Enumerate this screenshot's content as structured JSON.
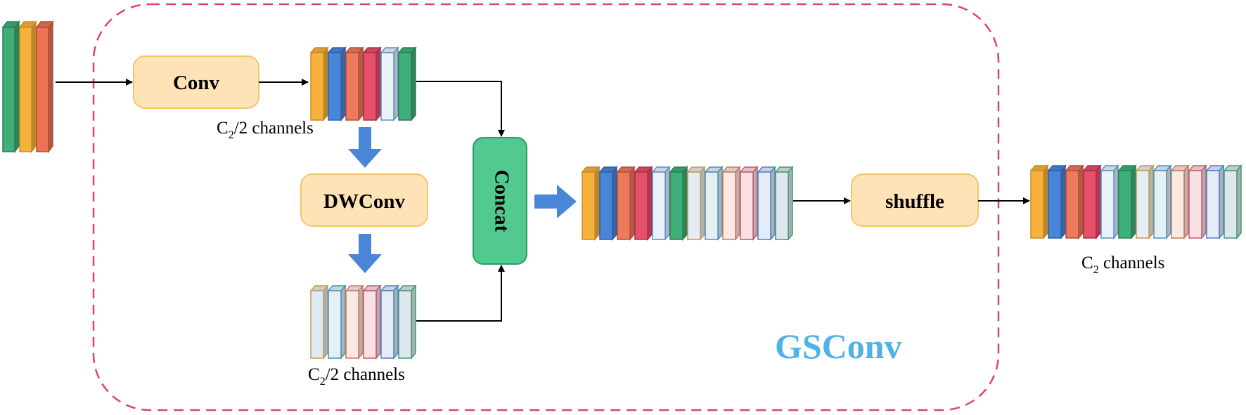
{
  "colors": {
    "border": "#e0455f",
    "block_fill": "#fde3b5",
    "block_stroke": "#f5c46a",
    "concat_fill": "#52c98f",
    "concat_stroke": "#2e9c68",
    "arrow_blue": "#4a86d8",
    "title": "#4fb3e5"
  },
  "title": "GSConv",
  "blocks": {
    "conv": "Conv",
    "dwconv": "DWConv",
    "concat": "Concat",
    "shuffle": "shuffle"
  },
  "captions": {
    "conv_out": {
      "prefix": "C",
      "sub": "2",
      "suffix": "/2 channels"
    },
    "dw_out": {
      "prefix": "C",
      "sub": "2",
      "suffix": "/2 channels"
    },
    "final": {
      "prefix": "C",
      "sub": "2",
      "suffix": " channels"
    }
  },
  "stacks": {
    "input": [
      {
        "fill": "#3db07a",
        "stroke": "#2c7d56"
      },
      {
        "fill": "#f7b23e",
        "stroke": "#c98a1e"
      },
      {
        "fill": "#ec7356",
        "stroke": "#b24e35"
      }
    ],
    "conv_out": [
      {
        "fill": "#f7b23e",
        "stroke": "#c98a1e"
      },
      {
        "fill": "#4a86d8",
        "stroke": "#2f5fa3"
      },
      {
        "fill": "#ee7a5e",
        "stroke": "#b24e35"
      },
      {
        "fill": "#e6506a",
        "stroke": "#a83048"
      },
      {
        "fill": "#eaf3fb",
        "stroke": "#5a8fc6"
      },
      {
        "fill": "#3db07a",
        "stroke": "#2c7d56"
      }
    ],
    "dw_out": [
      {
        "fill": "#dfe9f6",
        "stroke": "#c99a4a"
      },
      {
        "fill": "#e3f1f5",
        "stroke": "#4b8fb8"
      },
      {
        "fill": "#fde8e2",
        "stroke": "#c07b5e"
      },
      {
        "fill": "#f9e0e4",
        "stroke": "#c25a70"
      },
      {
        "fill": "#e3ecf7",
        "stroke": "#4f7fc4"
      },
      {
        "fill": "#dfe6ee",
        "stroke": "#3f9d70"
      }
    ],
    "concat_out": [
      {
        "fill": "#f7b23e",
        "stroke": "#c98a1e"
      },
      {
        "fill": "#4a86d8",
        "stroke": "#2f5fa3"
      },
      {
        "fill": "#ee7a5e",
        "stroke": "#b24e35"
      },
      {
        "fill": "#e6506a",
        "stroke": "#a83048"
      },
      {
        "fill": "#eaf3fb",
        "stroke": "#5a8fc6"
      },
      {
        "fill": "#3db07a",
        "stroke": "#2c7d56"
      },
      {
        "fill": "#e4edf6",
        "stroke": "#c99a4a"
      },
      {
        "fill": "#e3f1f5",
        "stroke": "#4b8fb8"
      },
      {
        "fill": "#fde8e2",
        "stroke": "#c07b5e"
      },
      {
        "fill": "#f9e0e4",
        "stroke": "#c25a70"
      },
      {
        "fill": "#e3ecf7",
        "stroke": "#4f7fc4"
      },
      {
        "fill": "#dfe6ee",
        "stroke": "#3f9d70"
      }
    ],
    "shuffle_out": [
      {
        "fill": "#f7b23e",
        "stroke": "#c98a1e"
      },
      {
        "fill": "#4a86d8",
        "stroke": "#2f5fa3"
      },
      {
        "fill": "#ee7a5e",
        "stroke": "#b24e35"
      },
      {
        "fill": "#e6506a",
        "stroke": "#a83048"
      },
      {
        "fill": "#eaf3fb",
        "stroke": "#5a8fc6"
      },
      {
        "fill": "#3db07a",
        "stroke": "#2c7d56"
      },
      {
        "fill": "#e4edf6",
        "stroke": "#c99a4a"
      },
      {
        "fill": "#e3f1f5",
        "stroke": "#4b8fb8"
      },
      {
        "fill": "#fde8e2",
        "stroke": "#c07b5e"
      },
      {
        "fill": "#f9e0e4",
        "stroke": "#c25a70"
      },
      {
        "fill": "#e3ecf7",
        "stroke": "#4f7fc4"
      },
      {
        "fill": "#dfe6ee",
        "stroke": "#3f9d70"
      }
    ]
  }
}
